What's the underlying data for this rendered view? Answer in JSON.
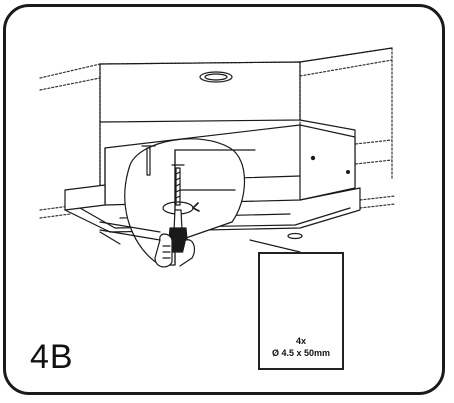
{
  "step_label": "4B",
  "screws": {
    "quantity": "4x",
    "size": "Ø 4.5 x 50mm"
  },
  "icons": [
    "screwdriver-hand-icon",
    "rotation-arrow-icon",
    "screw-icon"
  ]
}
